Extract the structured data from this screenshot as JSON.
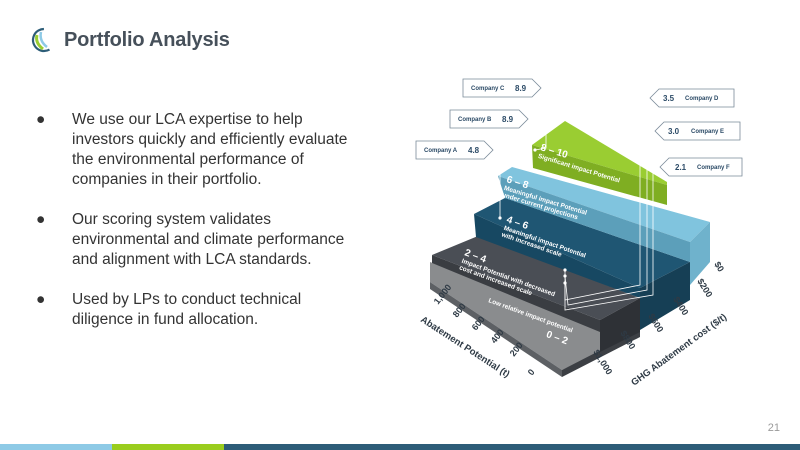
{
  "header": {
    "title": "Portfolio Analysis"
  },
  "bullets": [
    "We use our LCA expertise to help investors quickly and efficiently evaluate the environmental performance of companies in their portfolio.",
    "Our scoring system validates environmental and climate performance and alignment with LCA standards.",
    "Used by LPs to conduct technical diligence in fund allocation."
  ],
  "bullet_symbol": "●",
  "graphic": {
    "companies": [
      {
        "name": "Company C",
        "score": "8.9"
      },
      {
        "name": "Company B",
        "score": "8.9"
      },
      {
        "name": "Company A",
        "score": "4.8"
      },
      {
        "name": "Company D",
        "score": "3.5"
      },
      {
        "name": "Company E",
        "score": "3.0"
      },
      {
        "name": "Company F",
        "score": "2.1"
      }
    ],
    "tiers": [
      {
        "range": "8 – 10",
        "desc1": "Significant impact Potential",
        "desc2": ""
      },
      {
        "range": "6 – 8",
        "desc1": "Meaningful impact Potential",
        "desc2": "under current projections"
      },
      {
        "range": "4 – 6",
        "desc1": "Meaningful impact Potential",
        "desc2": "with increased scale"
      },
      {
        "range": "2 – 4",
        "desc1": "Impact Potential with decreased",
        "desc2": "cost and increased scale"
      },
      {
        "range": "0 – 2",
        "desc1": "Low relative impact potential",
        "desc2": ""
      }
    ],
    "left_axis": {
      "title": "Abatement Potential (t)",
      "ticks": [
        "1,000",
        "800",
        "600",
        "400",
        "200",
        "0"
      ]
    },
    "right_axis": {
      "title": "GHG Abatement cost ($/t)",
      "ticks": [
        "$0",
        "$200",
        "$400",
        "$600",
        "$800",
        "$1,000"
      ]
    },
    "colors": {
      "green": "#9acd32",
      "light_blue": "#80c4de",
      "dark_blue": "#1f5673",
      "dark_gray": "#4a4e55",
      "gray": "#8a8c8e"
    }
  },
  "page_number": "21",
  "footer_colors": [
    "#8ecae6",
    "#9acd1e",
    "#2d5d78"
  ]
}
